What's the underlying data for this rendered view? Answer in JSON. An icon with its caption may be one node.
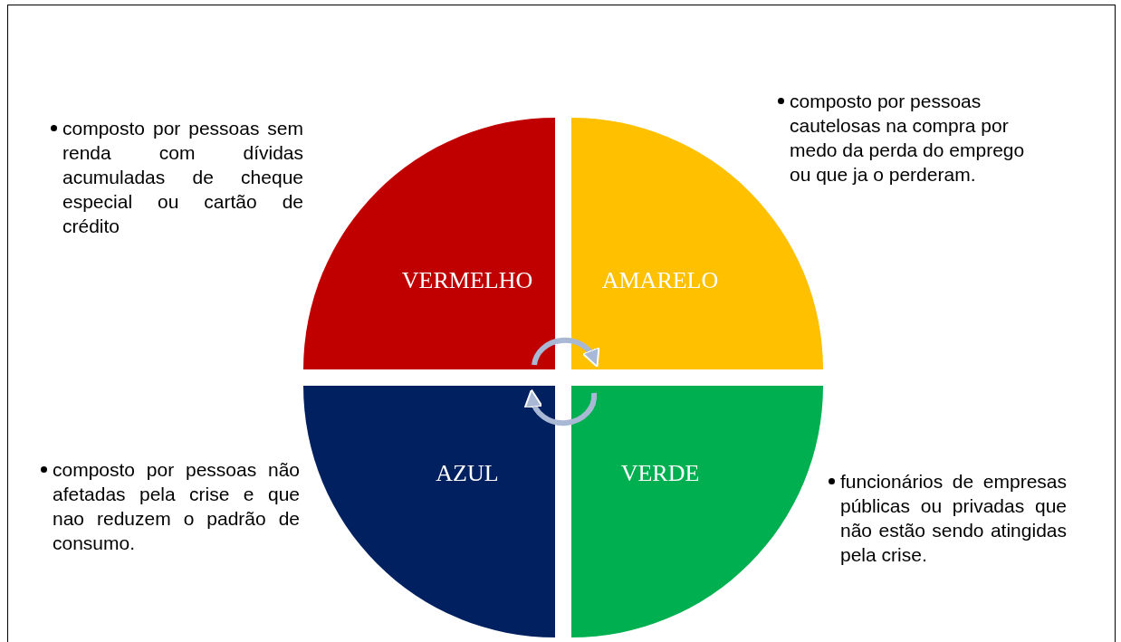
{
  "diagram": {
    "nodes": [
      {
        "text": [
          "VERMELHO"
        ],
        "beside": [
          "composto por pessoas sem renda com dívidas acumuladas de cheque especial ou cartão de crédito"
        ]
      },
      {
        "text": [
          "AMARELO"
        ],
        "beside": [
          "composto por pessoas cautelosas na compra por medo da perda do emprego ou que ja o perderam."
        ]
      },
      {
        "text": [
          "AZUL"
        ],
        "beside": [
          "composto por pessoas não afetadas pela crise e que nao reduzem o padrão de consumo."
        ]
      },
      {
        "text": [
          "VERDE"
        ],
        "beside": [
          "funcionários de empresas públicas ou privadas que não estão sendo atingidas pela crise."
        ]
      }
    ],
    "edges": [
      {
        "from": 0,
        "to": 1,
        "arrow": "to"
      },
      {
        "from": 3,
        "to": 2,
        "arrow": "to"
      }
    ]
  }
}
